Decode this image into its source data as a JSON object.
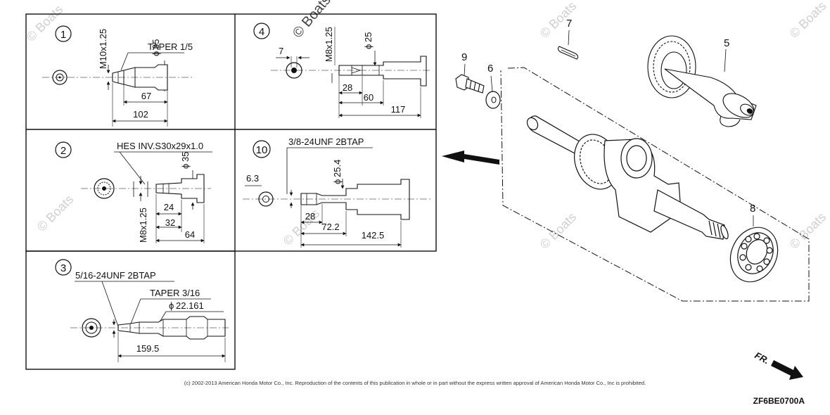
{
  "watermark": "© Boats",
  "panels": [
    {
      "number": "1",
      "labels": [
        "TAPER 1/5",
        "M10x1.25",
        "35"
      ],
      "dims": [
        "67",
        "102"
      ]
    },
    {
      "number": "2",
      "labels": [
        "HES INV.S30x29x1.0",
        "35",
        "M8x1.25"
      ],
      "dims": [
        "24",
        "32",
        "64"
      ]
    },
    {
      "number": "3",
      "labels": [
        "5/16-24UNF 2BTAP",
        "TAPER 3/16",
        "22.161"
      ],
      "dims": [
        "159.5"
      ]
    },
    {
      "number": "4",
      "labels": [
        "M8x1.25",
        "25",
        "7"
      ],
      "dims": [
        "28",
        "60",
        "117"
      ]
    },
    {
      "number": "10",
      "labels": [
        "3/8-24UNF 2BTAP",
        "25.4",
        "6.3"
      ],
      "dims": [
        "28",
        "72.2",
        "142.5"
      ]
    }
  ],
  "callouts": [
    "5",
    "6",
    "7",
    "8",
    "9"
  ],
  "fr_label": "FR.",
  "copyright": "(c) 2002-2013 American Honda Motor Co., Inc. Reproduction of the contents of this publication in whole or in part without the express written approval of American Honda Motor Co., Inc is prohibited.",
  "diagram_code": "ZF6BE0700A"
}
